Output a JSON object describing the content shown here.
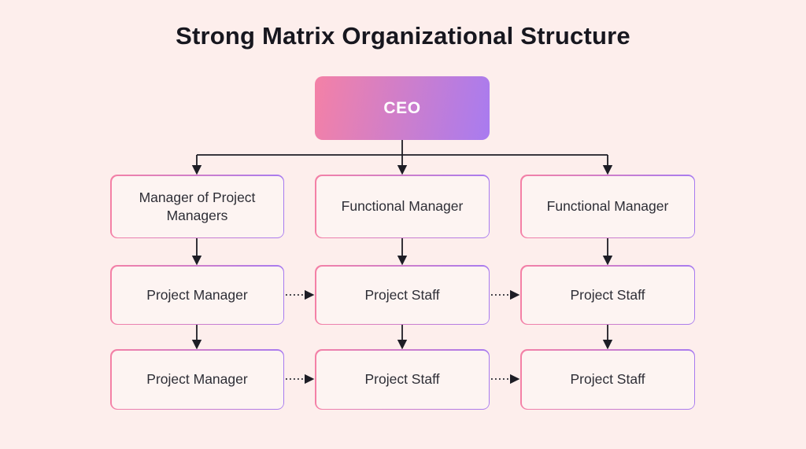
{
  "title": "Strong Matrix Organizational Structure",
  "ceo": {
    "label": "CEO"
  },
  "columns": [
    {
      "head": "Manager of Project Managers",
      "subordinates": [
        "Project Manager",
        "Project Manager"
      ]
    },
    {
      "head": "Functional Manager",
      "subordinates": [
        "Project Staff",
        "Project Staff"
      ]
    },
    {
      "head": "Functional Manager",
      "subordinates": [
        "Project Staff",
        "Project Staff"
      ]
    }
  ],
  "colors": {
    "background": "#fdeeec",
    "gradient_start": "#f481a6",
    "gradient_end": "#a87bf0",
    "box_fill": "#fdf4f2",
    "box_text": "#2e2e36",
    "connector": "#1d1d25",
    "title_color": "#17171f",
    "ceo_text": "#ffffff"
  }
}
